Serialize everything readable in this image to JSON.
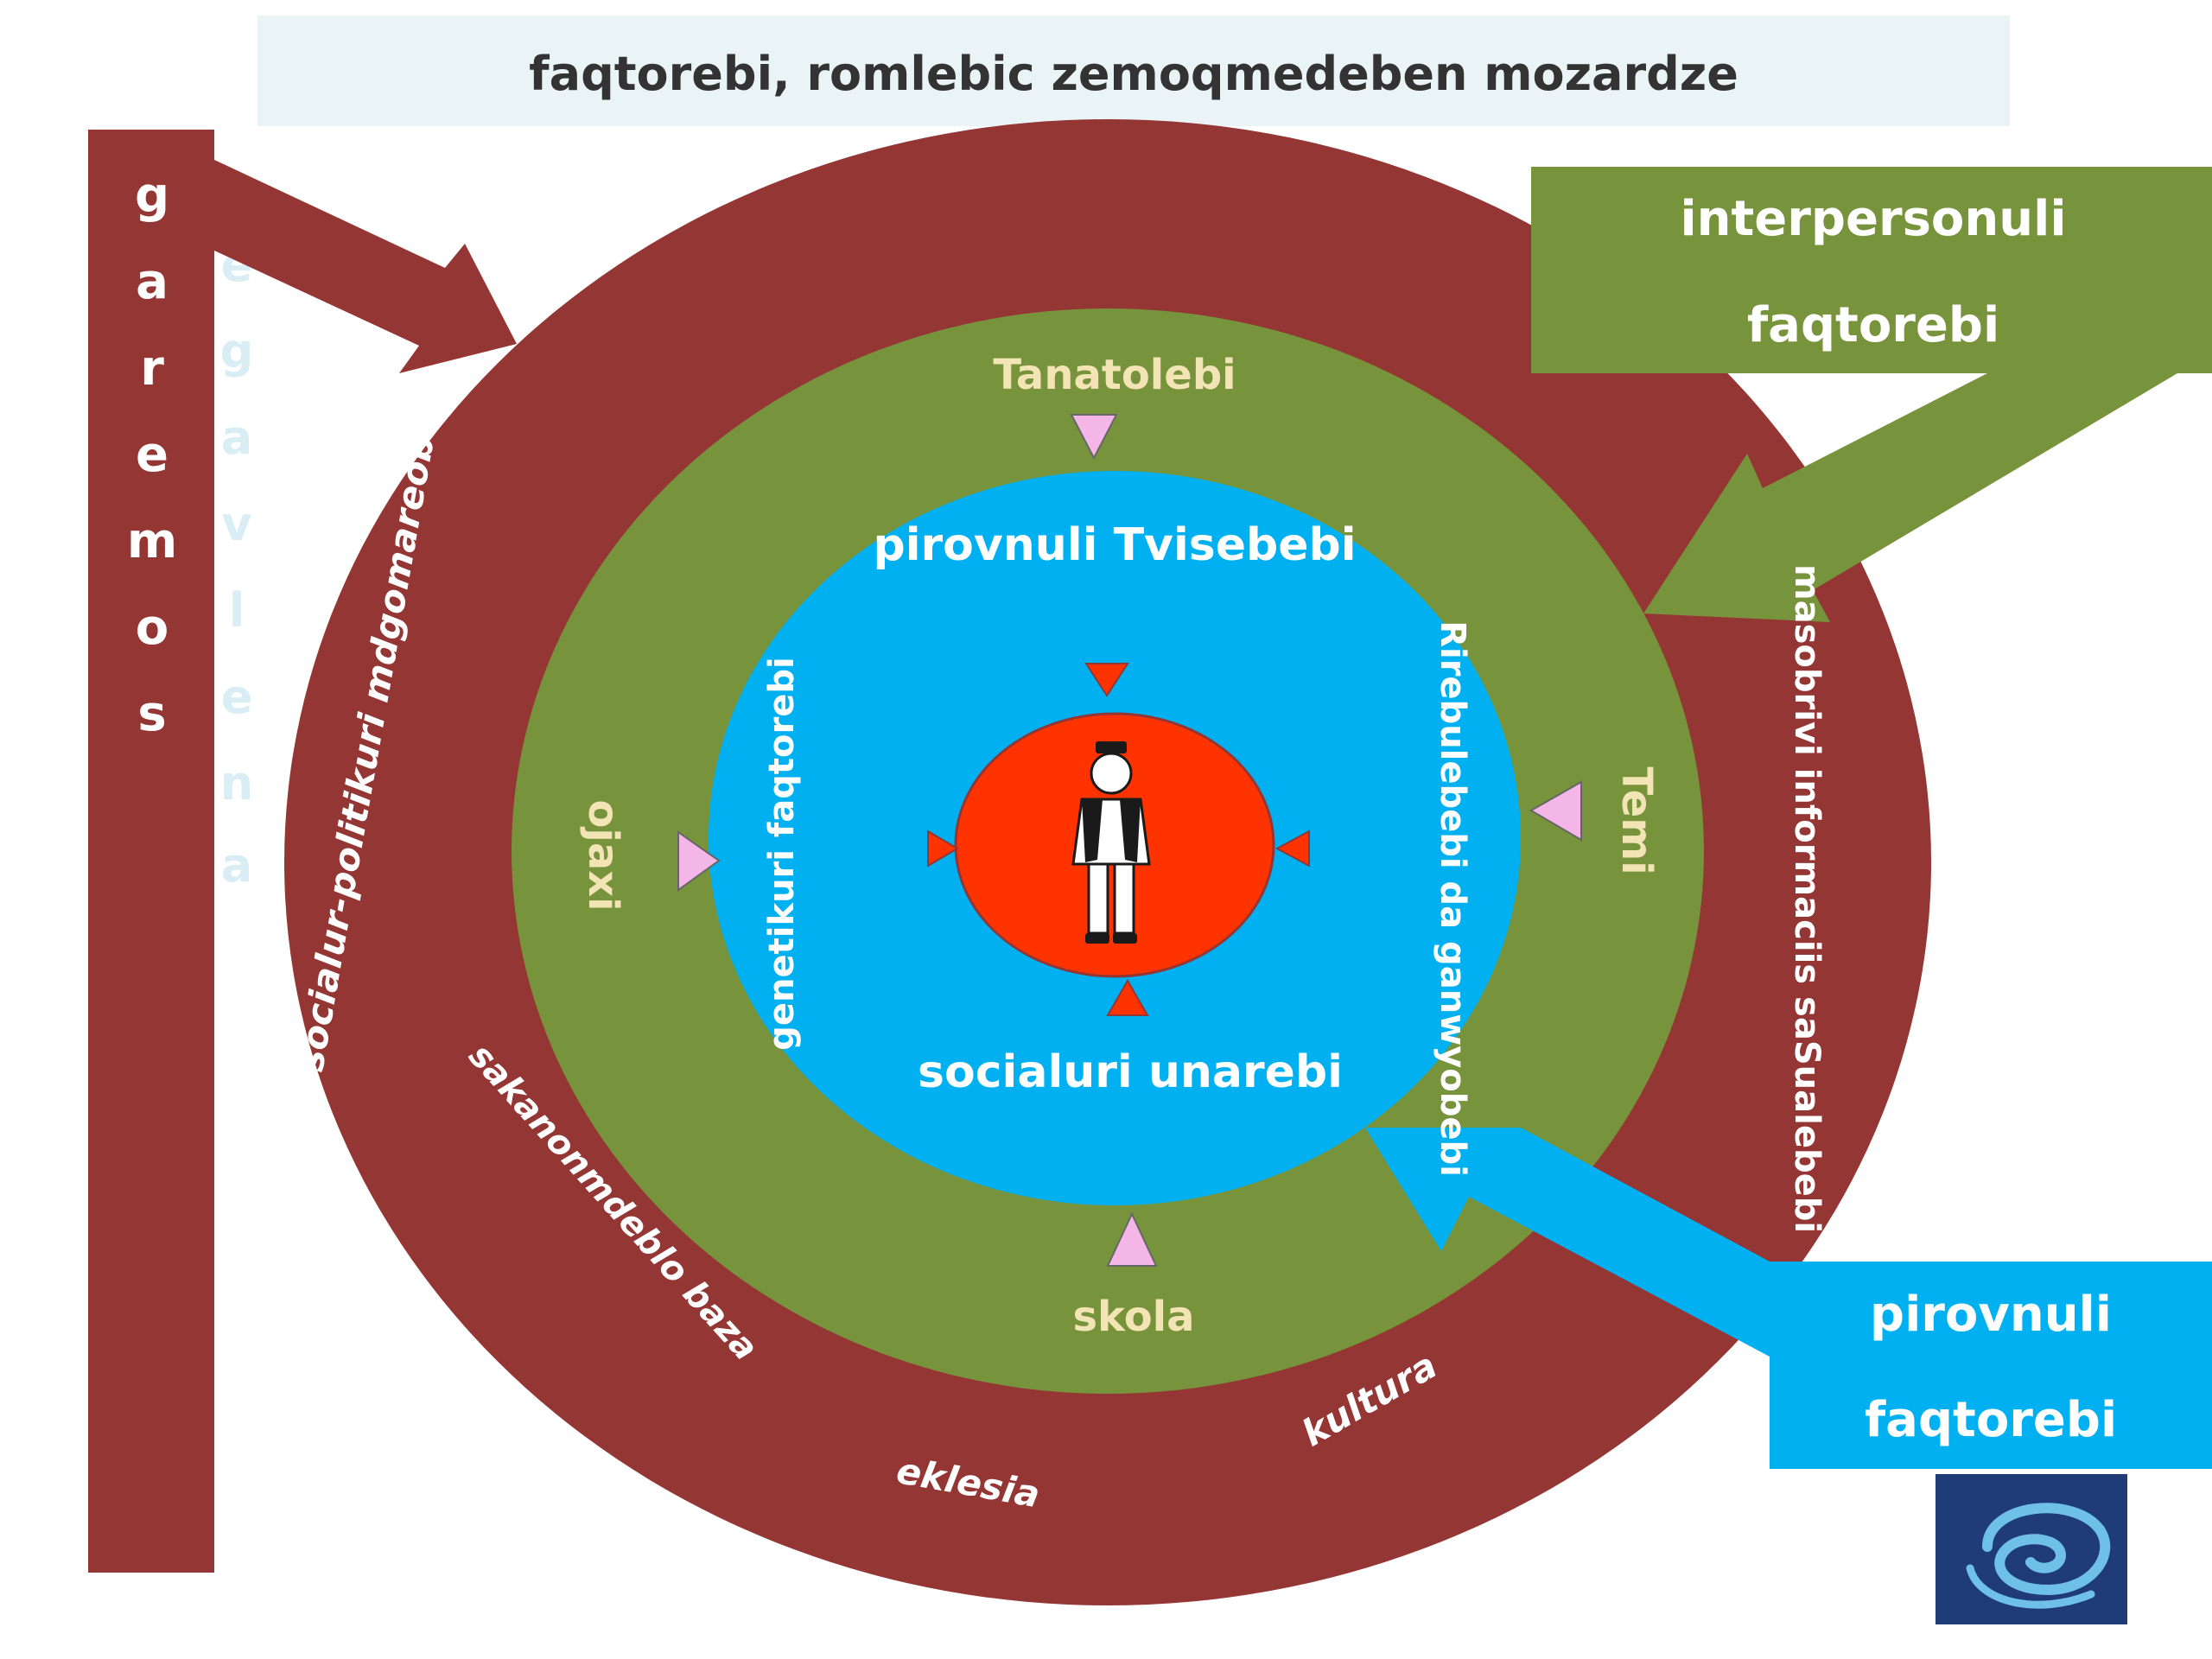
{
  "title": "faqtorebi, romlebic zemoqmedeben mozardze",
  "outer_bar_letters": [
    "g",
    "a",
    "r",
    "e",
    "m",
    "o",
    "s"
  ],
  "faded_letters": [
    "e",
    "g",
    "a",
    "v",
    "l",
    "e",
    "n",
    "a"
  ],
  "outer_ring_labels": {
    "left": "socialur-politikuri mdgomareoba",
    "bottom_left": "sakanonmdeblo baza",
    "bottom": "eklesia",
    "bottom_right": "kultura",
    "right": "masobrivi informaciis saSualebebi"
  },
  "middle_ring_labels": {
    "top": "Tanatolebi",
    "left": "ojaxi",
    "right": "Temi",
    "bottom": "skola"
  },
  "inner_circle_labels": {
    "top": "pirovnuli Tvisebebi",
    "left": "genetikuri faqtorebi",
    "right": "Rirebulebebi da ganwyobebi",
    "bottom": "socialuri unarebi"
  },
  "callouts": {
    "interpersonal": [
      "interpersonuli",
      "faqtorebi"
    ],
    "personal": [
      "pirovnuli",
      "faqtorebi"
    ]
  },
  "colors": {
    "outer_ring": "#943634",
    "middle_ring": "#77933c",
    "inner_circle": "#00b0f0",
    "core": "#ff3300",
    "title_bg": "#eaf4f7",
    "triangle": "#f4b6e6",
    "logo_bg": "#1f3c78"
  },
  "icons": {
    "center": "person-icon",
    "logo": "spiral-logo-icon"
  }
}
